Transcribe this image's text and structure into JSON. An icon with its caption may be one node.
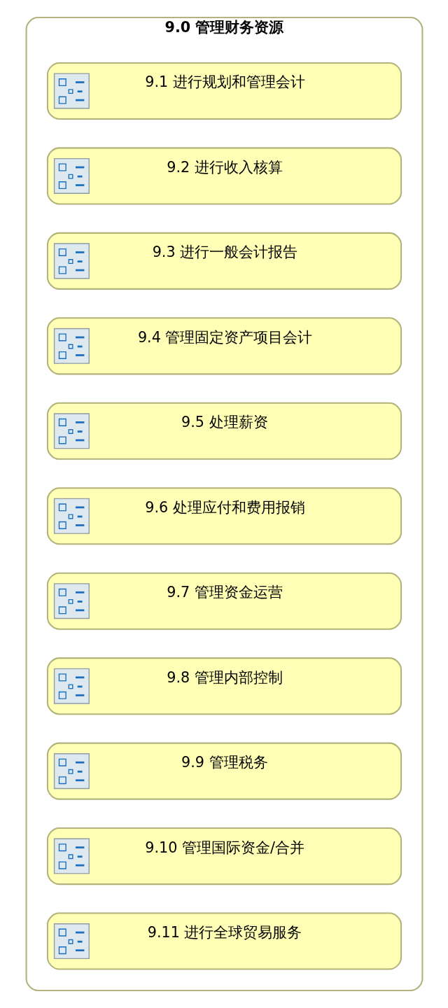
{
  "diagram": {
    "nodes": [
      {
        "text": [
          "9.0 管理财务资源"
        ]
      },
      {
        "text": [
          "9.1 进行规划和管理会计"
        ],
        "in": 0
      },
      {
        "text": [
          "9.2 进行收入核算"
        ],
        "in": 0
      },
      {
        "text": [
          "9.3 进行一般会计报告"
        ],
        "in": 0
      },
      {
        "text": [
          "9.4 管理固定资产项目会计"
        ],
        "in": 0
      },
      {
        "text": [
          "9.5 处理薪资"
        ],
        "in": 0
      },
      {
        "text": [
          "9.6 处理应付和费用报销"
        ],
        "in": 0
      },
      {
        "text": [
          "9.7 管理资金运营"
        ],
        "in": 0
      },
      {
        "text": [
          "9.8 管理内部控制"
        ],
        "in": 0
      },
      {
        "text": [
          "9.9 管理税务"
        ],
        "in": 0
      },
      {
        "text": [
          "9.10 管理国际资金/合并"
        ],
        "in": 0
      },
      {
        "text": [
          "9.11 进行全球贸易服务"
        ],
        "in": 0
      }
    ]
  }
}
